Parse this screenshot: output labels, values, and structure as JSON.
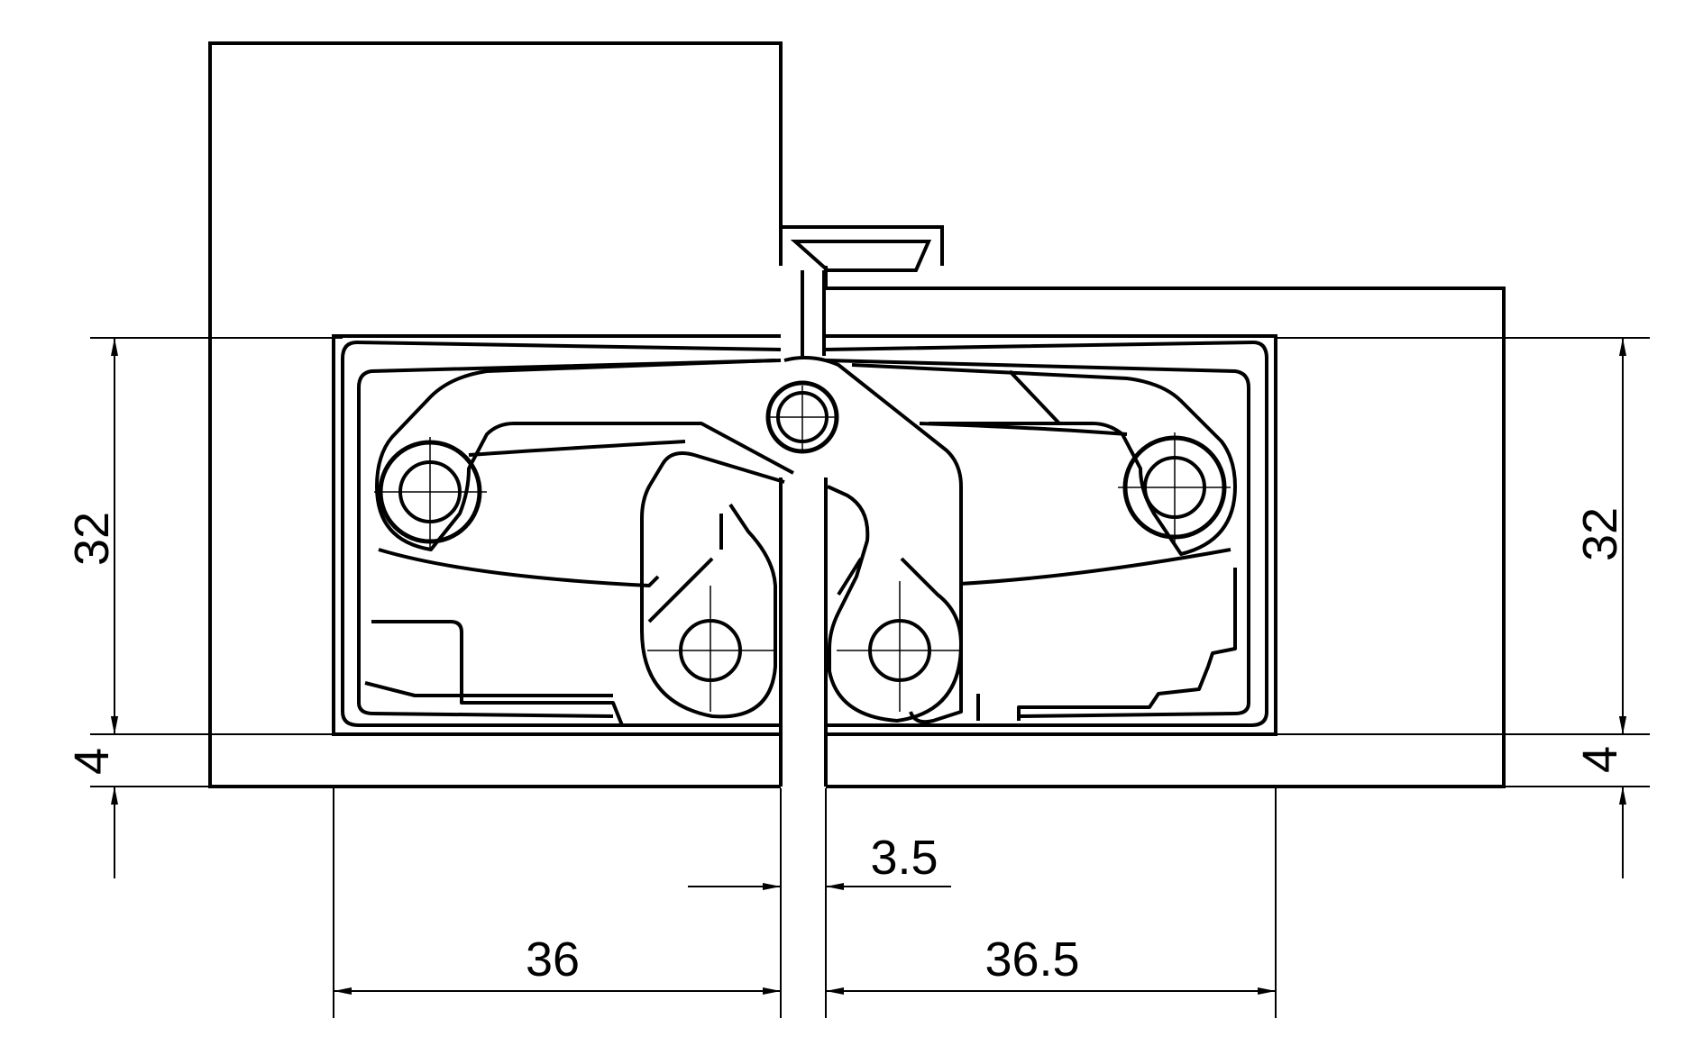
{
  "drawing": {
    "colors": {
      "line": "#000000",
      "background": "#ffffff"
    },
    "dimensions": {
      "left_height": "32",
      "left_gap": "4",
      "right_height": "32",
      "right_gap": "4",
      "bottom_left_width": "36",
      "bottom_right_width": "36.5",
      "hinge_gap": "3.5"
    }
  }
}
